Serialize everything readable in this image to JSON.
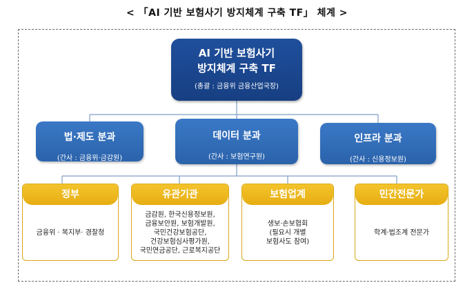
{
  "title": "< 「AI 기반 보험사기 방지체계 구축 TF」 체계 >",
  "top": {
    "line1": "AI 기반 보험사기",
    "line2": "방지체계 구축 TF",
    "sub": "(총괄 : 금융위 금융산업국장)"
  },
  "divisions": [
    {
      "title": "법·제도 분과",
      "sub": "(간사 : 금융위·금감원)"
    },
    {
      "title": "데이터 분과",
      "sub": "(간사 : 보험연구원)"
    },
    {
      "title": "인프라 분과",
      "sub": "(간사 : 신용정보원)"
    }
  ],
  "categories": [
    {
      "title": "정부",
      "lines": [
        "금융위 · 복지부· 경찰청"
      ]
    },
    {
      "title": "유관기관",
      "lines": [
        "금감원, 한국신용정보원,",
        "금융보안원, 보험개발원,",
        "국민건강보험공단,",
        "건강보험심사평가원,",
        "국민연금공단, 근로복지공단"
      ]
    },
    {
      "title": "보험업계",
      "lines": [
        "생보·손보협회",
        "(필요시 개별",
        "보험사도 참여)"
      ]
    },
    {
      "title": "민간전문가",
      "lines": [
        "학계·법조계 전문가"
      ]
    }
  ]
}
